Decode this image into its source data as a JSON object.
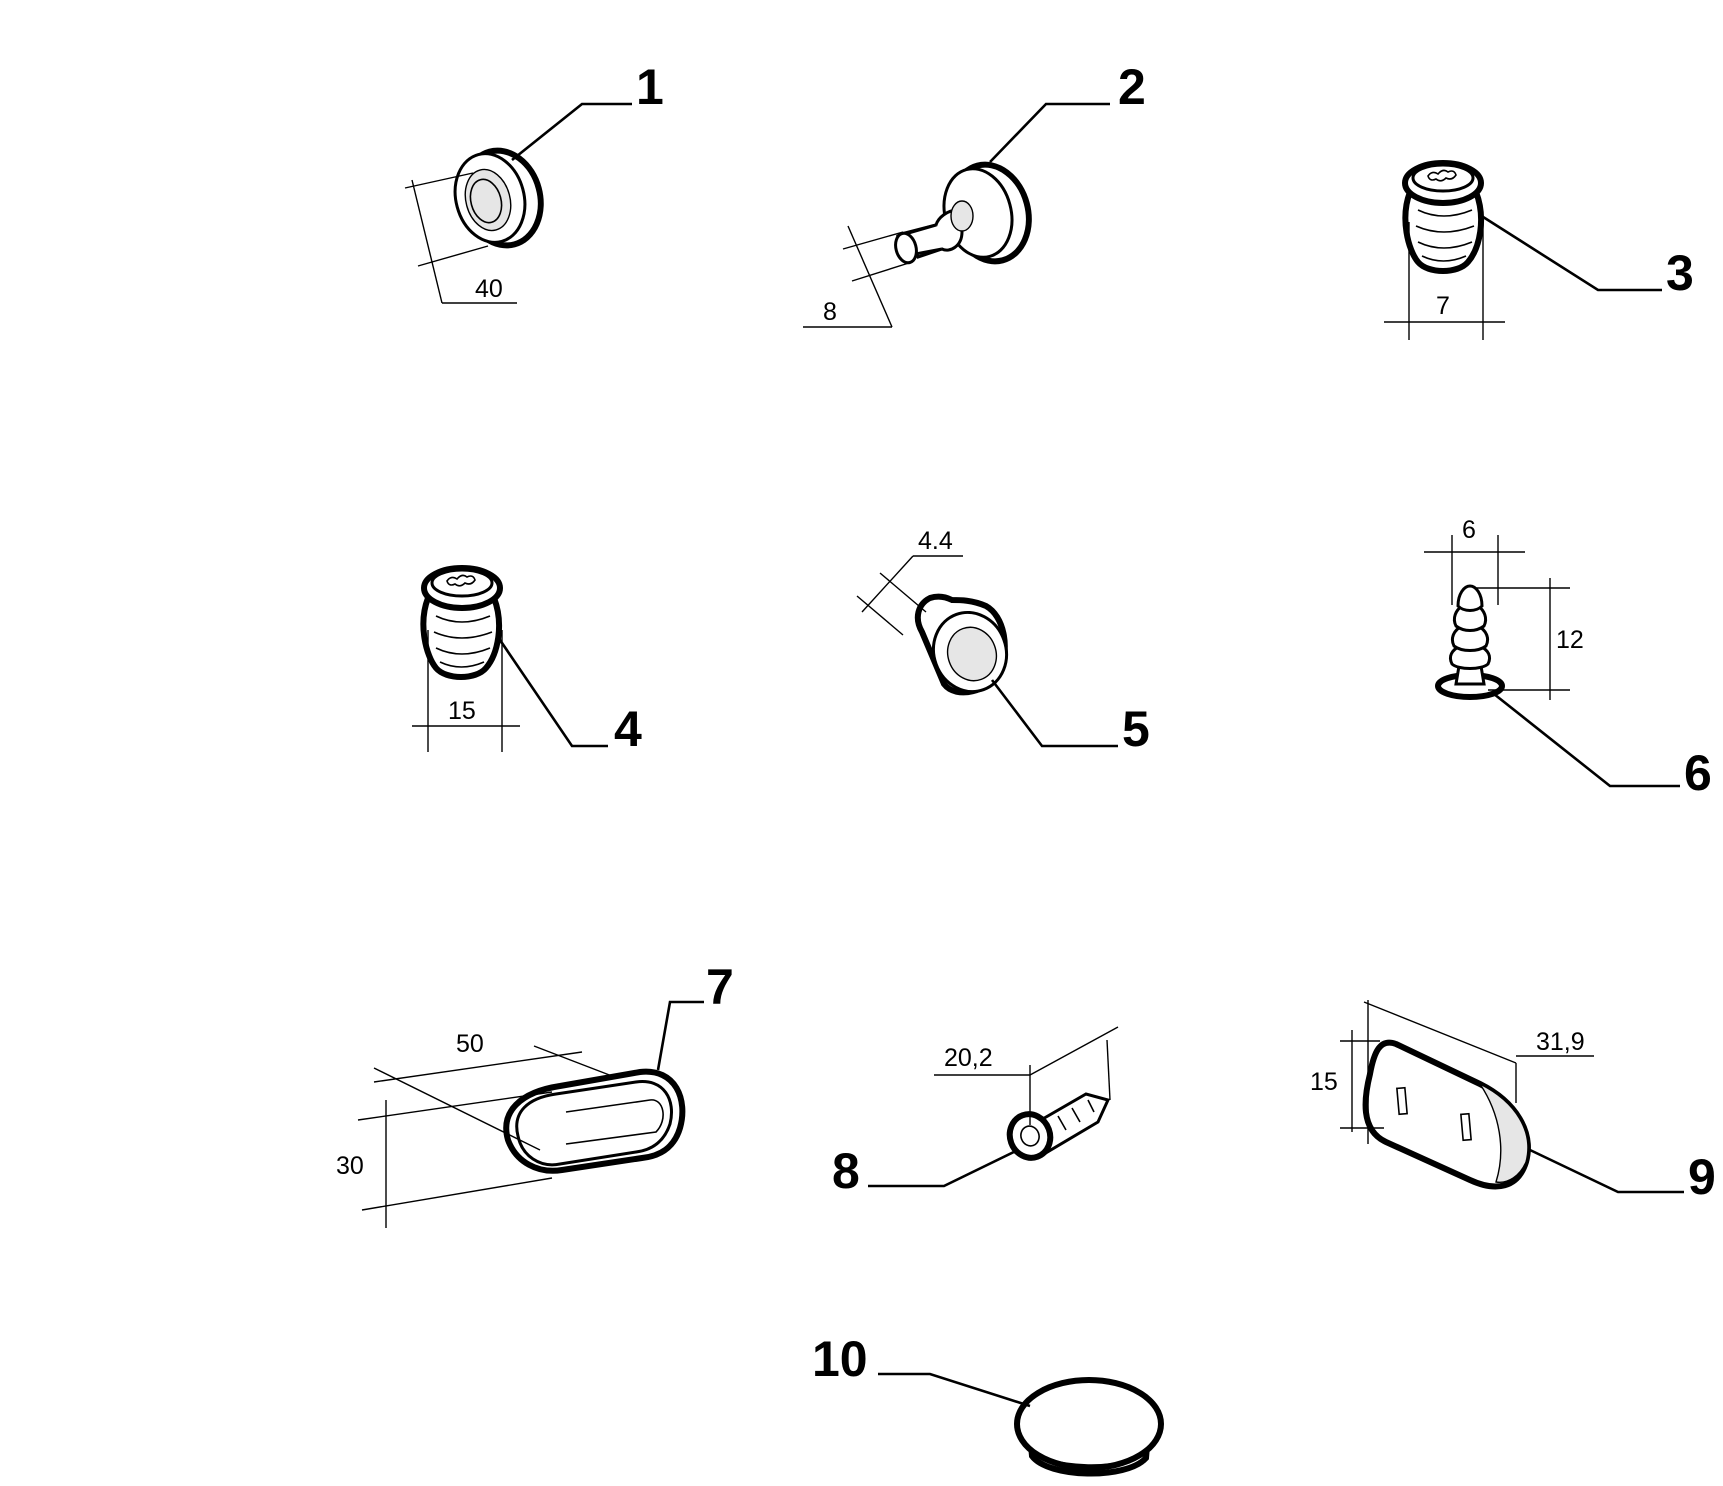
{
  "parts": [
    {
      "callout": "1",
      "dimensions": [
        "40"
      ]
    },
    {
      "callout": "2",
      "dimensions": [
        "8"
      ]
    },
    {
      "callout": "3",
      "dimensions": [
        "7"
      ]
    },
    {
      "callout": "4",
      "dimensions": [
        "15"
      ]
    },
    {
      "callout": "5",
      "dimensions": [
        "4.4"
      ]
    },
    {
      "callout": "6",
      "dimensions": [
        "6",
        "12"
      ]
    },
    {
      "callout": "7",
      "dimensions": [
        "50",
        "30"
      ]
    },
    {
      "callout": "8",
      "dimensions": [
        "20,2"
      ]
    },
    {
      "callout": "9",
      "dimensions": [
        "31,9",
        "15"
      ]
    },
    {
      "callout": "10",
      "dimensions": []
    }
  ]
}
